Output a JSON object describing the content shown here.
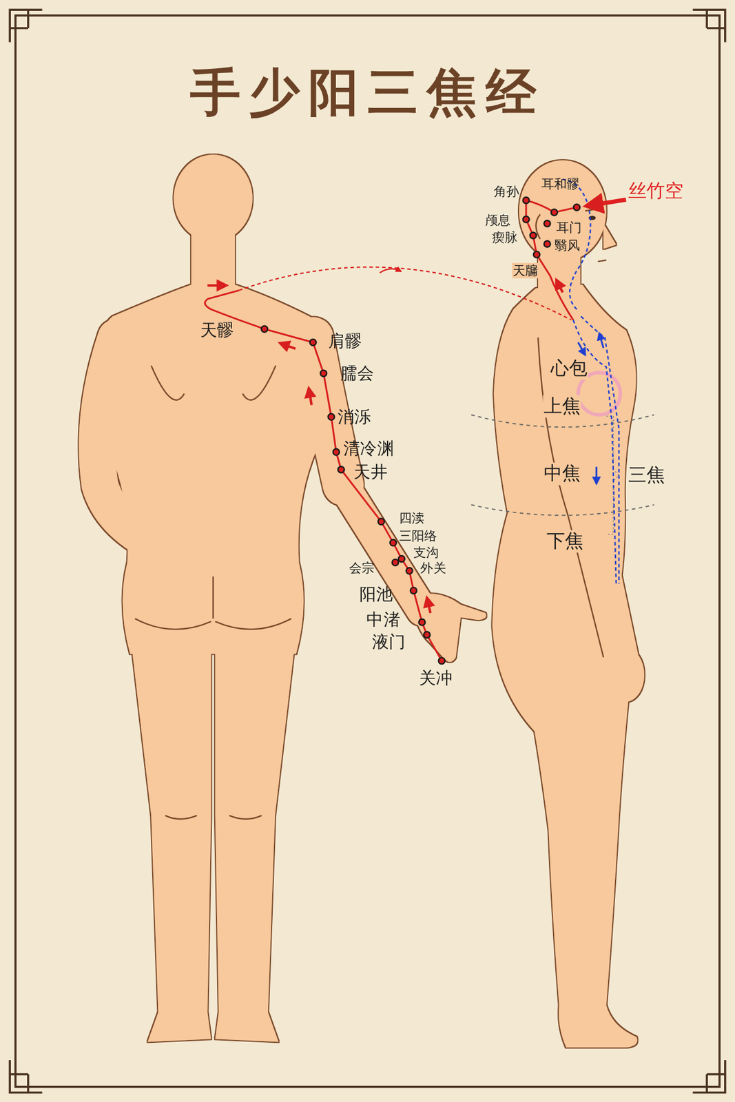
{
  "diagram": {
    "title": "手少阳三焦经",
    "labels": [
      "天髎",
      "肩髎",
      "臑会",
      "消泺",
      "清冷渊",
      "天井",
      "四渎",
      "三阳络",
      "支沟",
      "会宗",
      "外关",
      "阳池",
      "中渚",
      "液门",
      "关冲",
      "角孙",
      "耳和髎",
      "丝竹空",
      "颅息",
      "耳门",
      "瘈脉",
      "翳风",
      "天牖",
      "心包",
      "上焦",
      "中焦",
      "三焦",
      "下焦"
    ]
  }
}
